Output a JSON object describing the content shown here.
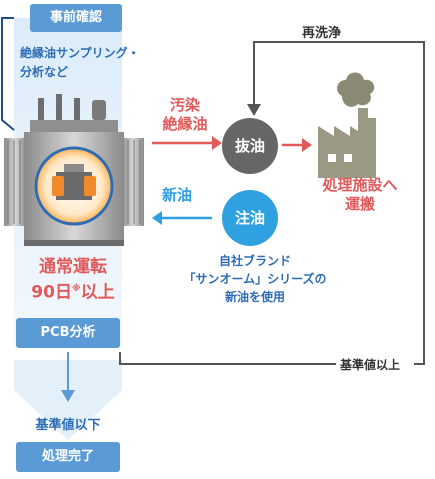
{
  "steps": {
    "precheck": "事前確認",
    "sampling_line1": "絶縁油サンプリング・",
    "sampling_line2": "分析など",
    "normal_line1": "通常運転",
    "normal_line2_main": "90日",
    "normal_line2_sup": "※",
    "normal_line2_tail": "以上",
    "pcb_analysis": "PCB分析",
    "below_standard": "基準値以下",
    "complete": "処理完了"
  },
  "flow": {
    "contaminated_line1": "汚染",
    "contaminated_line2": "絶縁油",
    "extract": "抜油",
    "transport_line1": "処理施設へ",
    "transport_line2": "運搬",
    "new_oil": "新油",
    "inject": "注油",
    "brand_line1": "自社ブランド",
    "brand_line2": "「サンオーム」シリーズの",
    "brand_line3": "新油を使用",
    "rewash": "再洗浄",
    "above_standard": "基準値以上"
  },
  "colors": {
    "pill_blue": "#5b9bd5",
    "label_blue": "#2e6db4",
    "red": "#e05a5a",
    "inject_blue": "#2fa0e0",
    "extract_gray": "#666666",
    "factory_gray": "#9a9a84"
  }
}
